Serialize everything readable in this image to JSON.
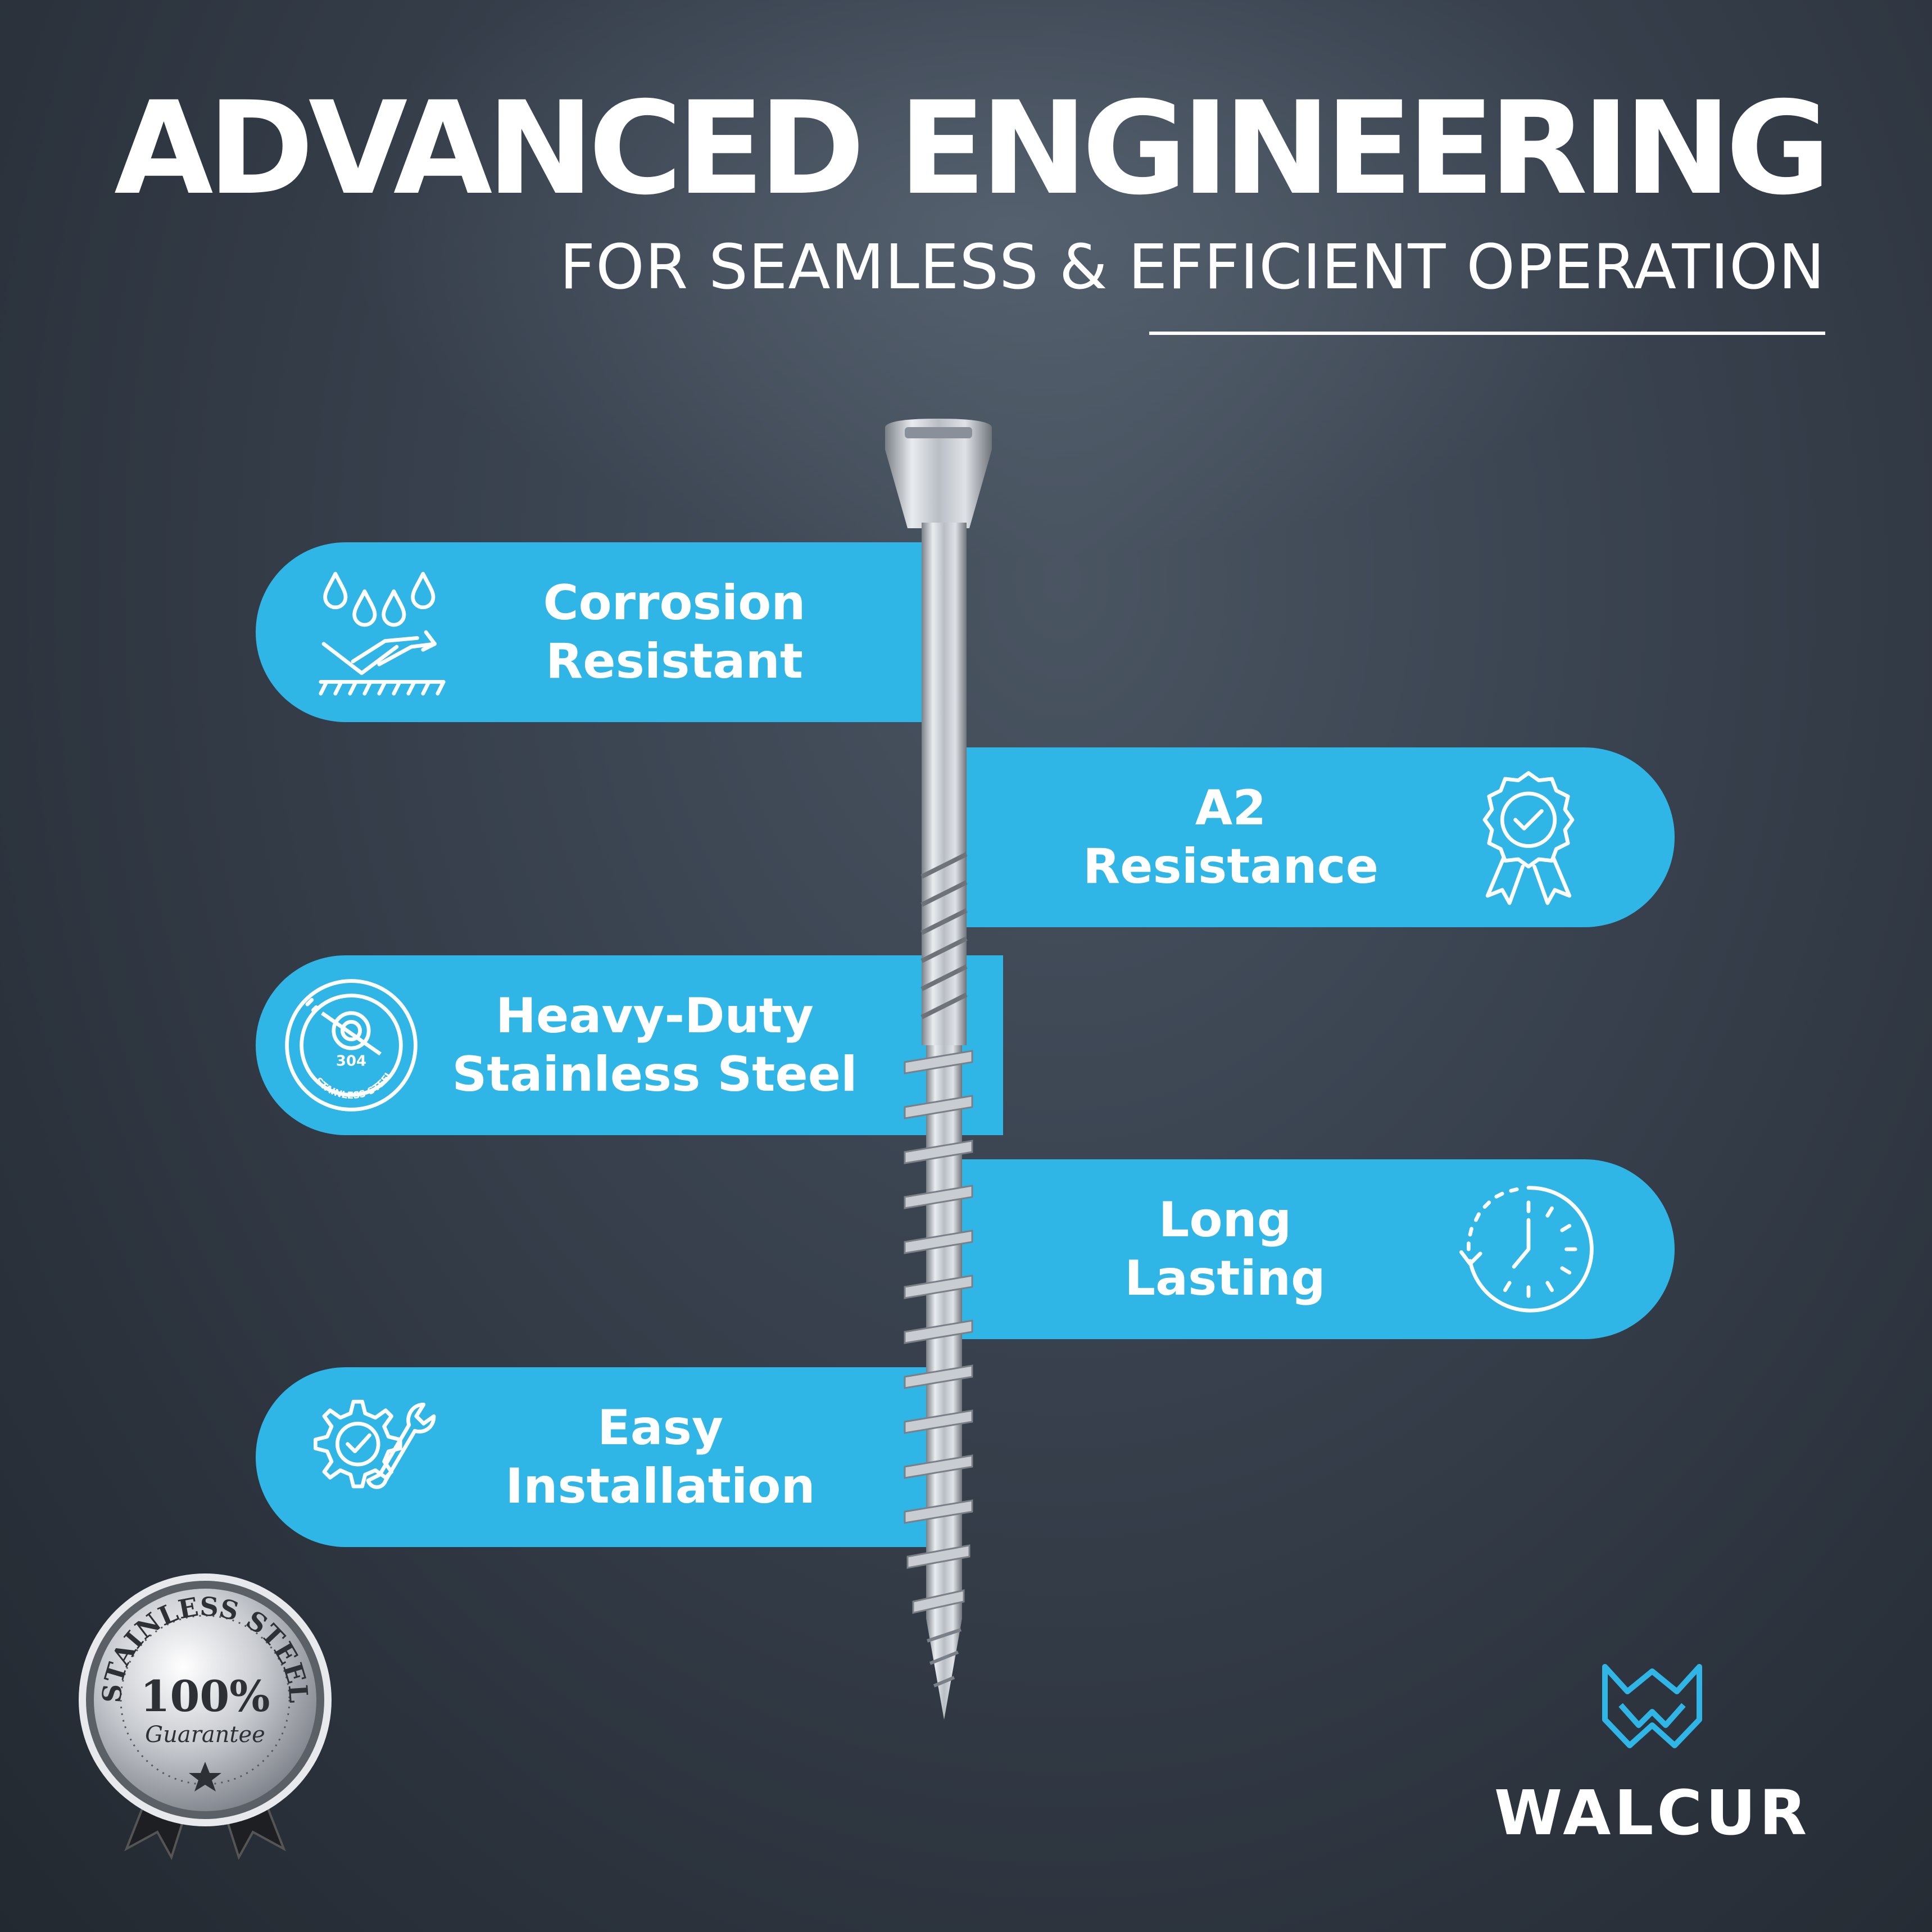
{
  "header": {
    "title": "ADVANCED ENGINEERING",
    "subtitle": "FOR SEAMLESS & EFFICIENT OPERATION"
  },
  "features": [
    {
      "label": "Corrosion\nResistant",
      "icon": "water-drops-shield-icon"
    },
    {
      "label": "A2\nResistance",
      "icon": "award-badge-icon"
    },
    {
      "label": "Heavy-Duty\nStainless Steel",
      "icon": "stainless-steel-304-icon"
    },
    {
      "label": "Long\nLasting",
      "icon": "clock-icon"
    },
    {
      "label": "Easy\nInstallation",
      "icon": "gear-wrench-icon"
    }
  ],
  "seal": {
    "arc_text": "STAINLESS STEEL",
    "center_text": "100%",
    "script_text": "Guarantee"
  },
  "brand": {
    "name": "WALCUR"
  },
  "colors": {
    "accent": "#2fb5e6",
    "background": "#2f3742",
    "text": "#ffffff"
  }
}
